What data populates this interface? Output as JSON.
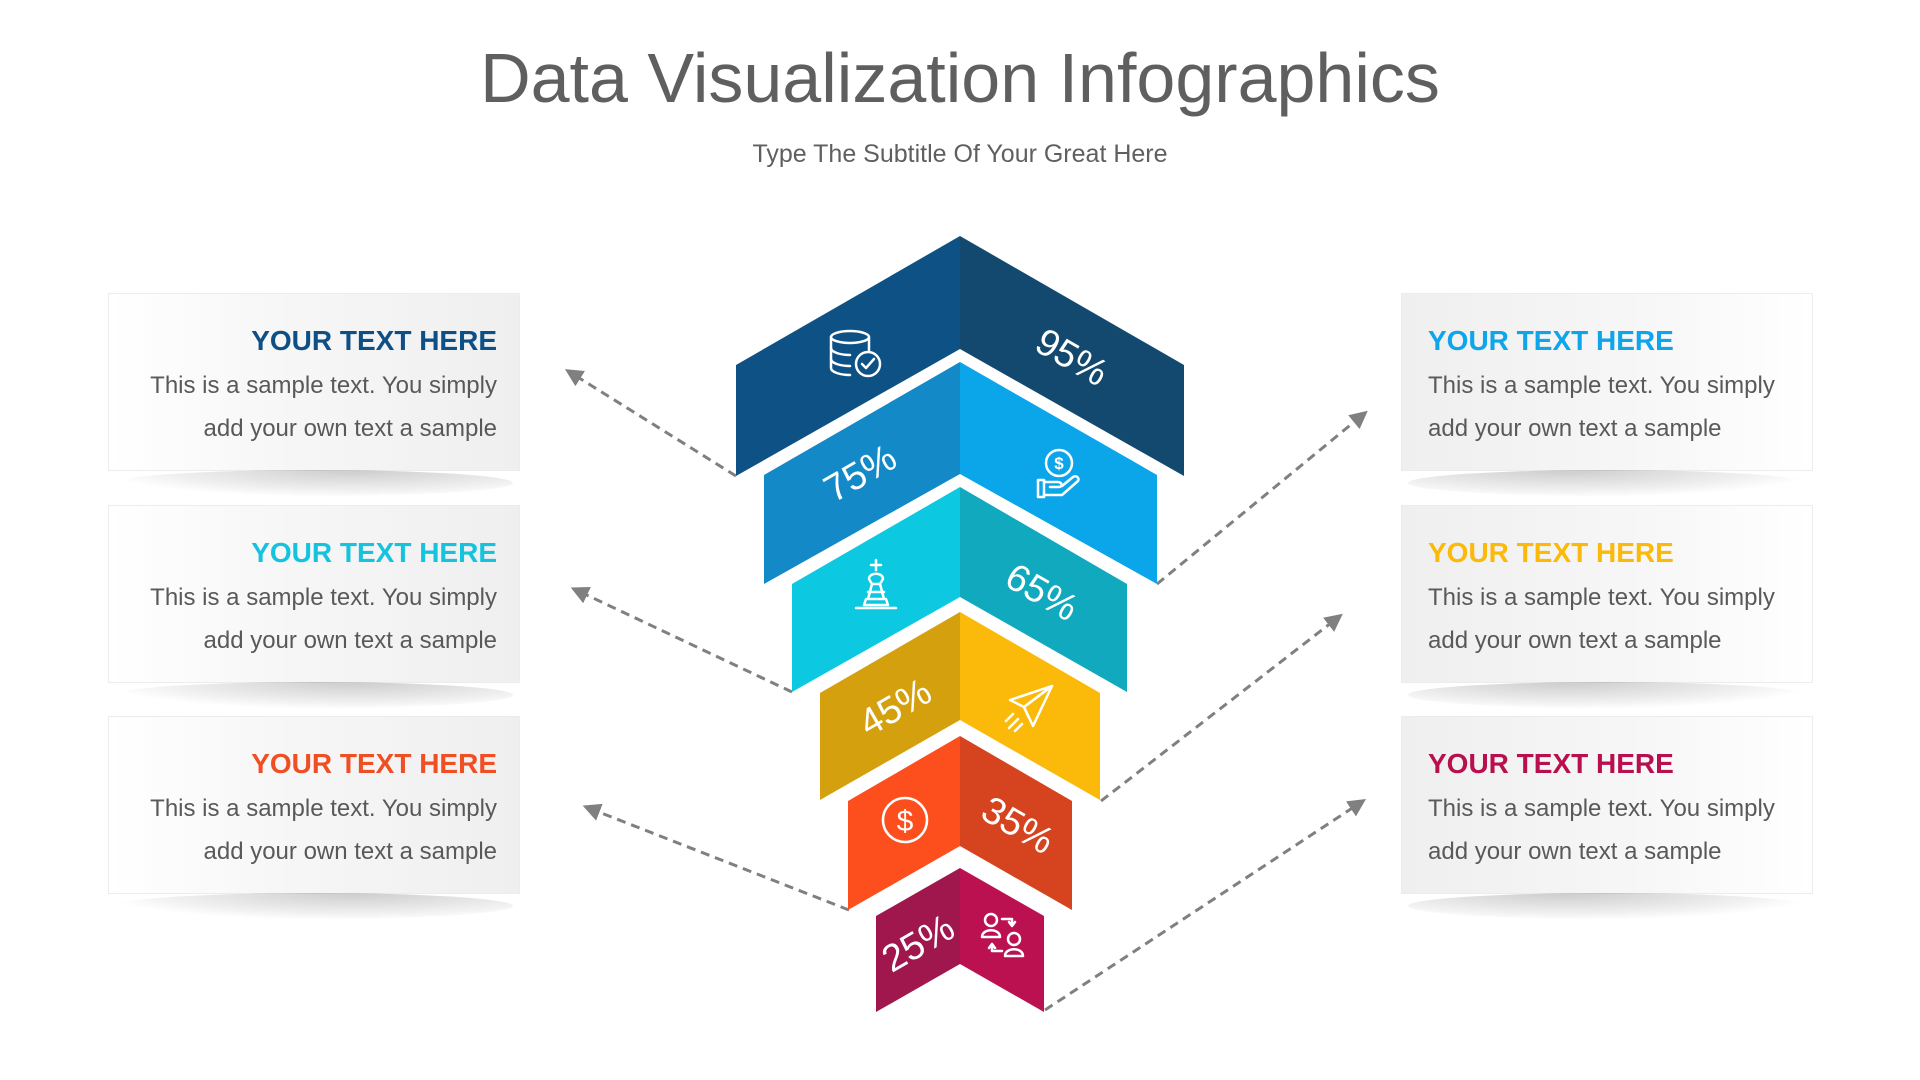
{
  "header": {
    "title": "Data Visualization Infographics",
    "subtitle": "Type The Subtitle Of Your Great Here"
  },
  "cards": {
    "left": [
      {
        "heading": "YOUR TEXT HERE",
        "line1": "This is a sample text. You simply",
        "line2": "add your own text a sample",
        "color": "#0e4f85"
      },
      {
        "heading": "YOUR TEXT HERE",
        "line1": "This is a sample text. You simply",
        "line2": "add your own text a sample",
        "color": "#16c3de"
      },
      {
        "heading": "YOUR TEXT HERE",
        "line1": "This is a sample text. You simply",
        "line2": "add your own text a sample",
        "color": "#f04e23"
      }
    ],
    "right": [
      {
        "heading": "YOUR TEXT HERE",
        "line1": "This is a sample text. You simply",
        "line2": "add your own text a sample",
        "color": "#0ea5ea"
      },
      {
        "heading": "YOUR TEXT HERE",
        "line1": "This is a sample text. You simply",
        "line2": "add your own text a sample",
        "color": "#fbb909"
      },
      {
        "heading": "YOUR TEXT HERE",
        "line1": "This is a sample text. You simply",
        "line2": "add your own text a sample",
        "color": "#b8104e"
      }
    ]
  },
  "chevrons": [
    {
      "label": "95%",
      "value": 95,
      "icon": "database-check-icon",
      "left_color": "#0e5185",
      "right_color": "#14496f"
    },
    {
      "label": "75%",
      "value": 75,
      "icon": "hand-coin-icon",
      "left_color": "#1389c7",
      "right_color": "#0ba5ea"
    },
    {
      "label": "65%",
      "value": 65,
      "icon": "chess-king-icon",
      "left_color": "#0cc8e0",
      "right_color": "#10a9bd"
    },
    {
      "label": "45%",
      "value": 45,
      "icon": "paper-plane-icon",
      "left_color": "#d4a00d",
      "right_color": "#fbb909"
    },
    {
      "label": "35%",
      "value": 35,
      "icon": "dollar-circle-icon",
      "left_color": "#fd4f1e",
      "right_color": "#d5431f"
    },
    {
      "label": "25%",
      "value": 25,
      "icon": "people-swap-icon",
      "left_color": "#9f174c",
      "right_color": "#bb1150"
    }
  ],
  "colors": {
    "title": "#5f5f5f",
    "body_text": "#595959",
    "arrow": "#808080"
  }
}
